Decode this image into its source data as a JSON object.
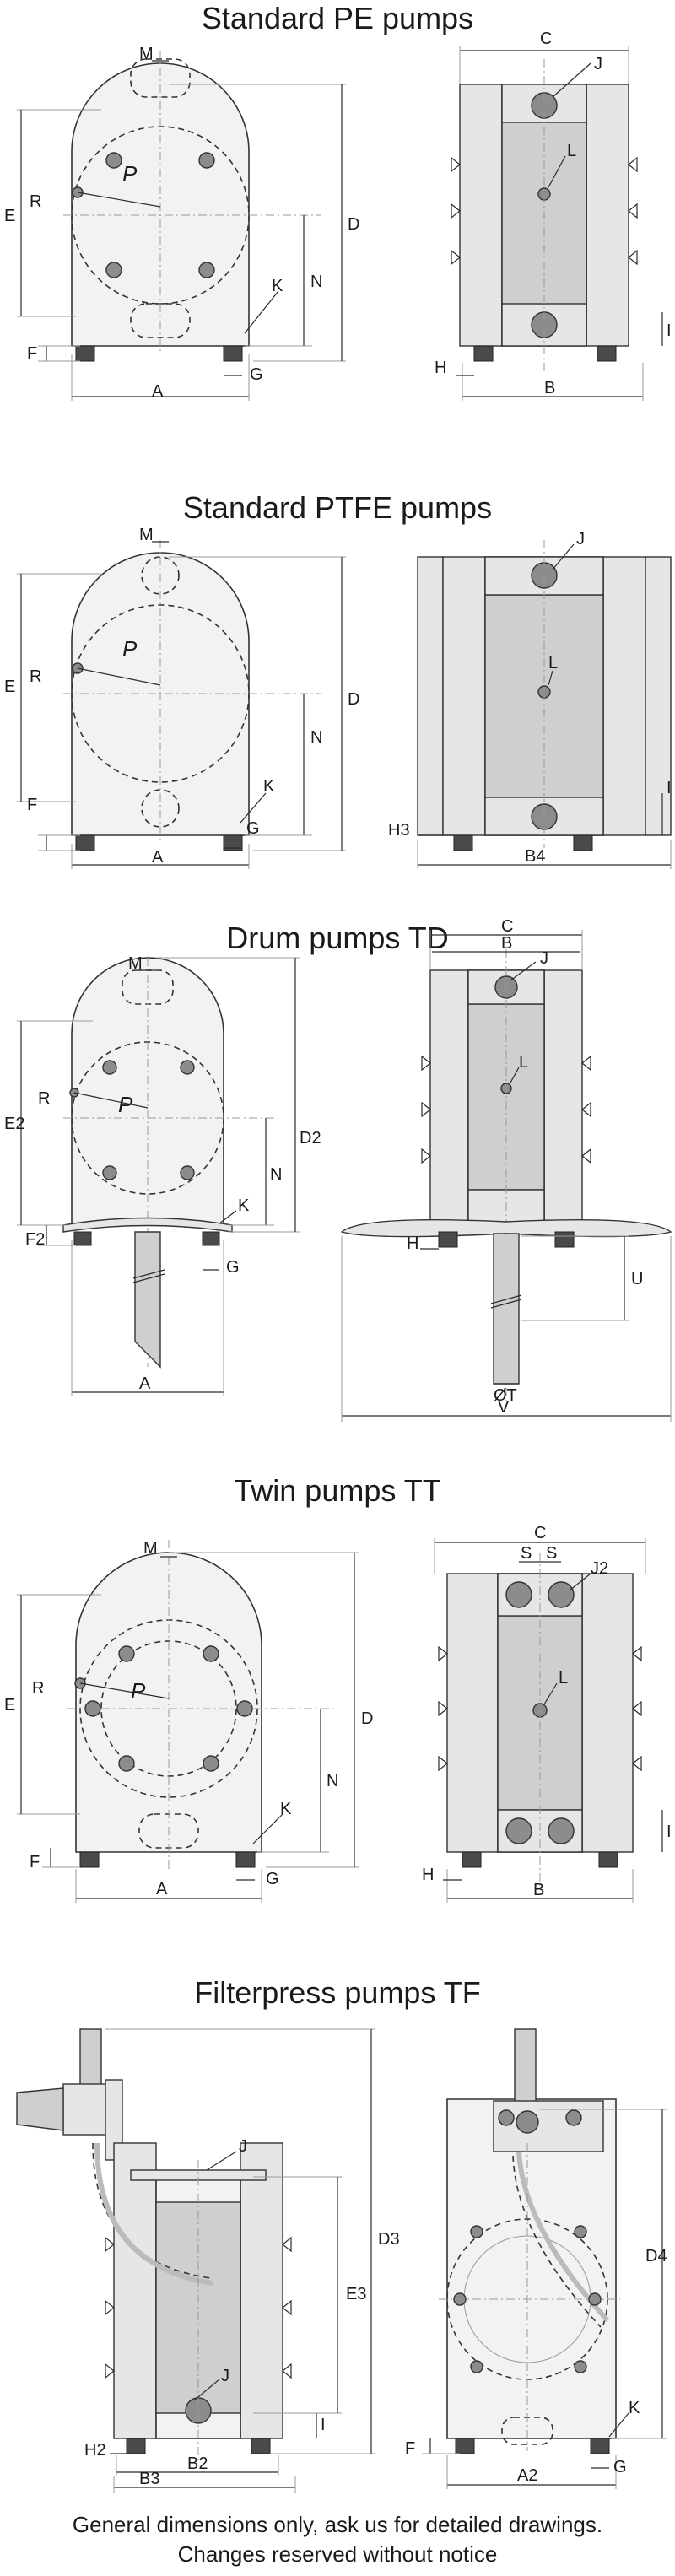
{
  "sections": [
    {
      "title": "Standard PE pumps",
      "front": {
        "M": "M",
        "E": "E",
        "R": "R",
        "P": "P",
        "D": "D",
        "N": "N",
        "K": "K",
        "F": "F",
        "G": "G",
        "A": "A"
      },
      "side": {
        "C": "C",
        "J": "J",
        "L": "L",
        "I": "I",
        "H": "H",
        "B": "B"
      }
    },
    {
      "title": "Standard PTFE pumps",
      "front": {
        "M": "M",
        "E": "E",
        "R": "R",
        "P": "P",
        "D": "D",
        "N": "N",
        "K": "K",
        "F": "F",
        "G": "G",
        "A": "A"
      },
      "side": {
        "J": "J",
        "L": "L",
        "I": "I",
        "H": "H3",
        "B": "B4"
      }
    },
    {
      "title": "Drum pumps TD",
      "front": {
        "M": "M",
        "E": "E2",
        "R": "R",
        "P": "P",
        "D": "D2",
        "N": "N",
        "K": "K",
        "F": "F2",
        "G": "G",
        "A": "A"
      },
      "side": {
        "C": "C",
        "B": "B",
        "J": "J",
        "L": "L",
        "H": "H",
        "U": "U",
        "T": "ØT",
        "V": "V"
      }
    },
    {
      "title": "Twin pumps TT",
      "front": {
        "M": "M",
        "E": "E",
        "R": "R",
        "P": "P",
        "D": "D",
        "N": "N",
        "K": "K",
        "F": "F",
        "G": "G",
        "A": "A"
      },
      "side": {
        "C": "C",
        "S": "S",
        "J": "J2",
        "L": "L",
        "I": "I",
        "H": "H",
        "B": "B"
      }
    },
    {
      "title": "Filterpress pumps TF",
      "front": {
        "J": "J",
        "D": "D3",
        "E": "E3",
        "J2": "J",
        "I": "I",
        "H": "H2",
        "B2": "B2",
        "B3": "B3"
      },
      "side": {
        "D": "D4",
        "K": "K",
        "F": "F",
        "G": "G",
        "A": "A2"
      }
    }
  ],
  "footer": {
    "line1": "General dimensions only, ask us for detailed drawings.",
    "line2": "Changes reserved without notice"
  }
}
